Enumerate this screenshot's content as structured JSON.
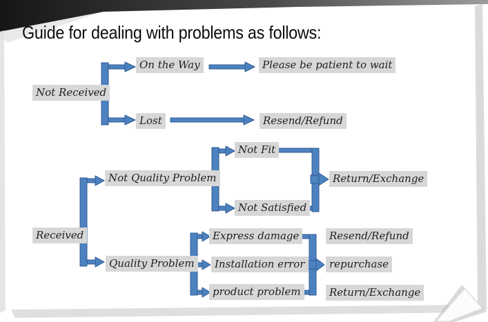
{
  "title": "Guide for dealing with problems as follows:",
  "colors": {
    "arrow_fill": "#4d82c0",
    "arrow_stroke": "#2f5b92",
    "label_bg": "#d7d7d7",
    "text_color": "#1f1f1f",
    "title_color": "#0d0d0d"
  },
  "nodes": {
    "not_received": {
      "label": "Not Received"
    },
    "on_the_way": {
      "label": "On the Way"
    },
    "please_wait": {
      "label": "Please be patient to wait"
    },
    "lost": {
      "label": "Lost"
    },
    "resend_refund_1": {
      "label": "Resend/Refund"
    },
    "received": {
      "label": "Received"
    },
    "not_quality_problem": {
      "label": "Not Quality Problem"
    },
    "not_fit": {
      "label": "Not Fit"
    },
    "not_satisfied": {
      "label": "Not Satisfied"
    },
    "return_exchange_1": {
      "label": "Return/Exchange"
    },
    "quality_problem": {
      "label": "Quality Problem"
    },
    "express_damage": {
      "label": "Express damage"
    },
    "resend_refund_2": {
      "label": "Resend/Refund"
    },
    "installation_error": {
      "label": "Installation error"
    },
    "repurchase": {
      "label": "repurchase"
    },
    "product_problem": {
      "label": "product problem"
    },
    "return_exchange_2": {
      "label": "Return/Exchange"
    }
  },
  "edges": [
    {
      "from": "Not Received",
      "to": "On the Way"
    },
    {
      "from": "Not Received",
      "to": "Lost"
    },
    {
      "from": "On the Way",
      "to": "Please be patient to wait"
    },
    {
      "from": "Lost",
      "to": "Resend/Refund"
    },
    {
      "from": "Received",
      "to": "Not Quality Problem"
    },
    {
      "from": "Received",
      "to": "Quality Problem"
    },
    {
      "from": "Not Quality Problem",
      "to": "Not Fit"
    },
    {
      "from": "Not Quality Problem",
      "to": "Not Satisfied"
    },
    {
      "from": "Not Fit",
      "to": "Return/Exchange"
    },
    {
      "from": "Not Satisfied",
      "to": "Return/Exchange"
    },
    {
      "from": "Quality Problem",
      "to": "Express damage"
    },
    {
      "from": "Quality Problem",
      "to": "Installation error"
    },
    {
      "from": "Quality Problem",
      "to": "product problem"
    },
    {
      "from": "Express damage",
      "to": "Resend/Refund"
    },
    {
      "from": "Installation error",
      "to": "repurchase"
    },
    {
      "from": "product problem",
      "to": "Return/Exchange"
    }
  ]
}
